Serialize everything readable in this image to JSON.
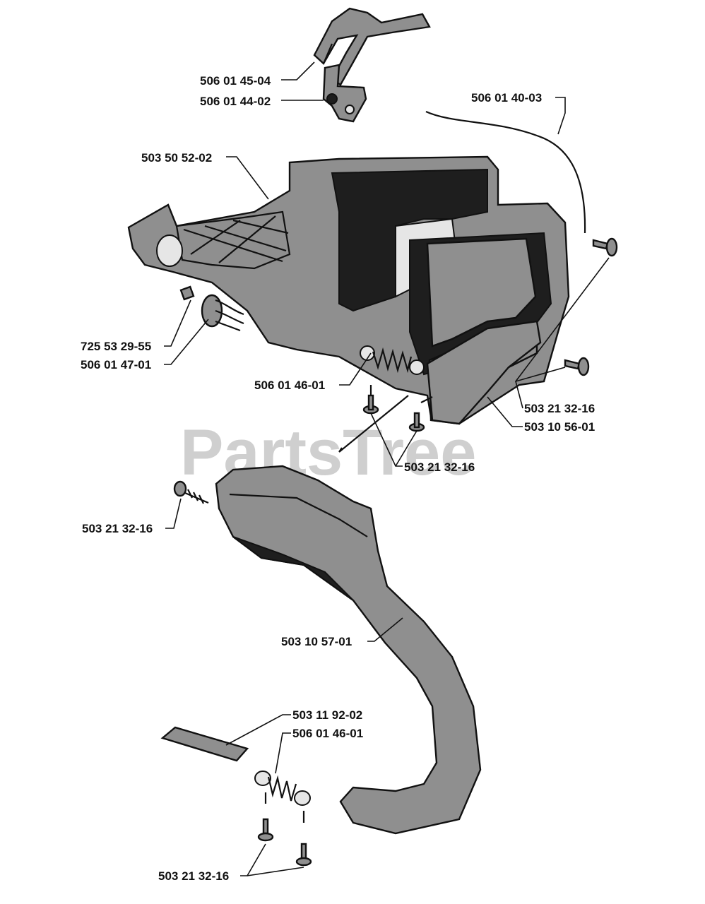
{
  "watermark": "PartsTree",
  "labels": {
    "l_506_01_45_04": "506 01 45-04",
    "l_506_01_44_02": "506 01 44-02",
    "l_506_01_40_03": "506 01 40-03",
    "l_503_50_52_02": "503 50 52-02",
    "l_725_53_29_55": "725 53 29-55",
    "l_506_01_47_01": "506 01 47-01",
    "l_506_01_46_01_a": "506 01 46-01",
    "l_503_21_32_16_a": "503 21 32-16",
    "l_503_10_56_01": "503 10 56-01",
    "l_503_21_32_16_b": "503 21 32-16",
    "l_503_21_32_16_c": "503 21 32-16",
    "l_503_10_57_01": "503 10 57-01",
    "l_503_11_92_02": "503 11 92-02",
    "l_506_01_46_01_b": "506 01 46-01",
    "l_503_21_32_16_d": "503 21 32-16"
  }
}
